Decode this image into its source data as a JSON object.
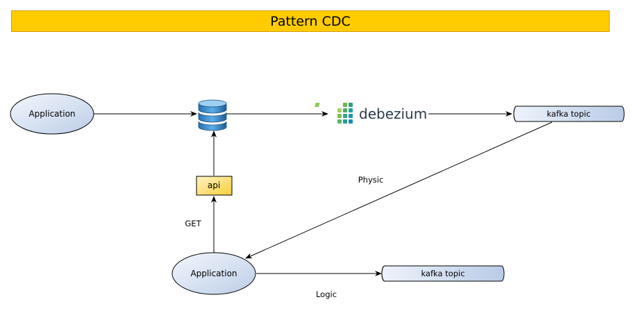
{
  "title": "Pattern CDC",
  "nodes": {
    "app_top": "Application",
    "app_bottom": "Application",
    "api": "api",
    "debezium": "debezium",
    "kafka_top": "kafka topic",
    "kafka_bottom": "kafka topic"
  },
  "edge_labels": {
    "physic": "Physic",
    "get": "GET",
    "logic": "Logic"
  },
  "colors": {
    "title_bg": "#ffcc00",
    "ellipse_fill_start": "#f0f4fb",
    "ellipse_fill_end": "#c7d5ec",
    "kafka_fill": "#dae8fc",
    "api_fill": "#ffd966",
    "db_blue": "#2b7fc4",
    "debezium_green": "#91c855",
    "debezium_teal": "#1ea3a0"
  }
}
